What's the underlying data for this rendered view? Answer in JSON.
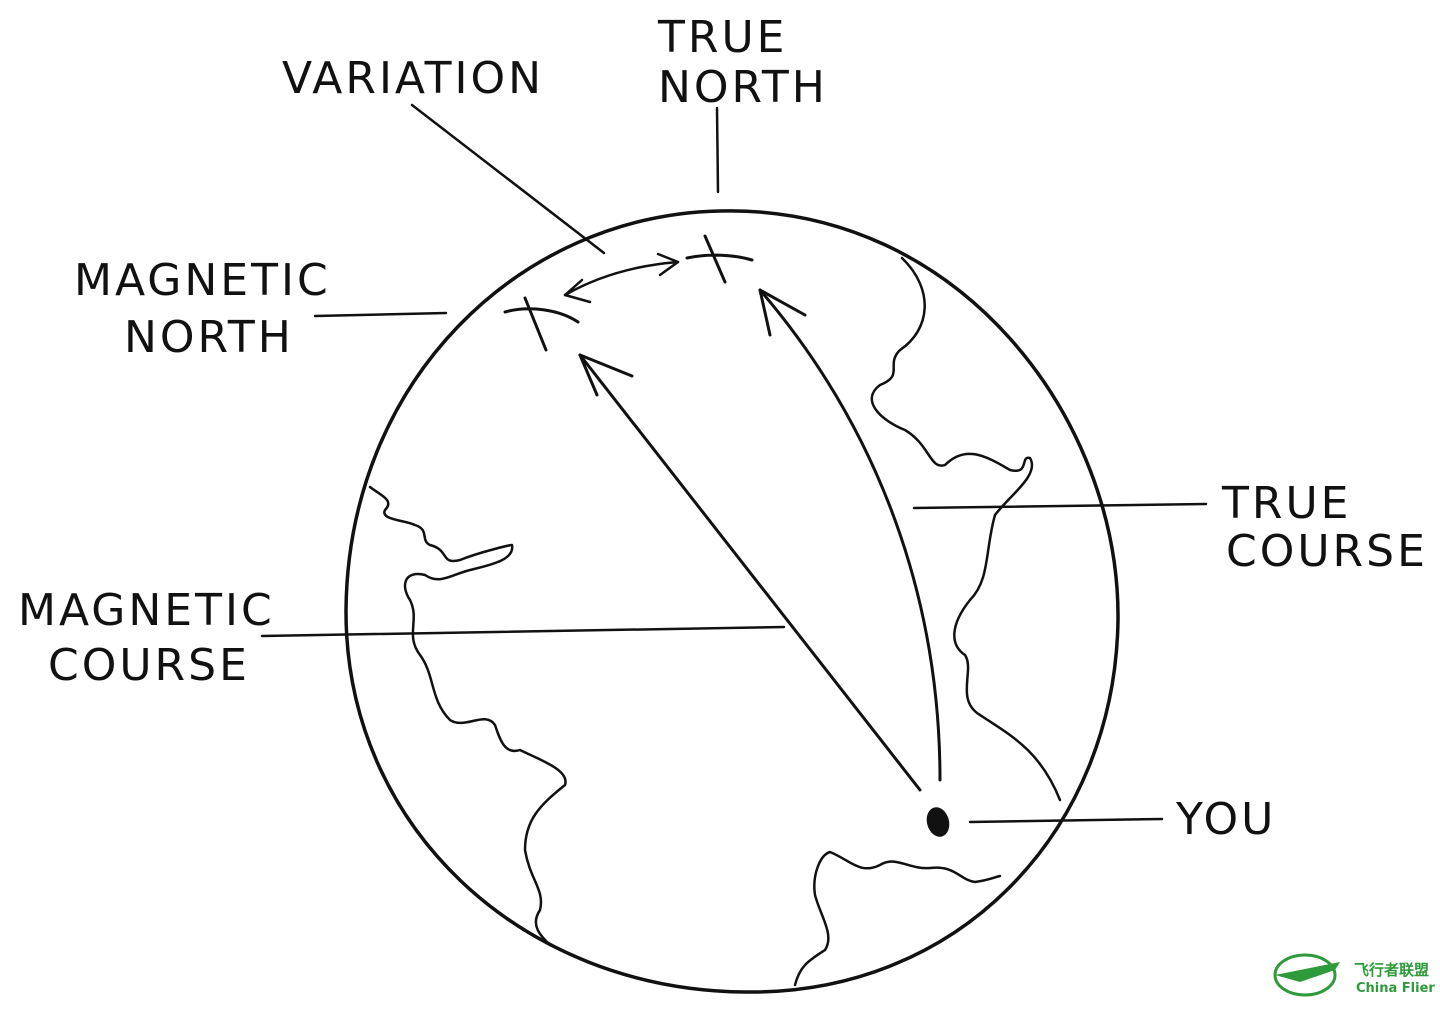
{
  "labels": {
    "variation": "VARIATION",
    "true_north_line1": "TRUE",
    "true_north_line2": "NORTH",
    "magnetic_north_line1": "MAGNETIC",
    "magnetic_north_line2": "NORTH",
    "true_course_line1": "TRUE",
    "true_course_line2": "COURSE",
    "magnetic_course_line1": "MAGNETIC",
    "magnetic_course_line2": "COURSE",
    "you": "YOU"
  },
  "watermark": {
    "chinese": "飞行者联盟",
    "english": "China Flier",
    "color": "#2e9a3a"
  },
  "colors": {
    "ink": "#111111",
    "background": "#ffffff"
  }
}
